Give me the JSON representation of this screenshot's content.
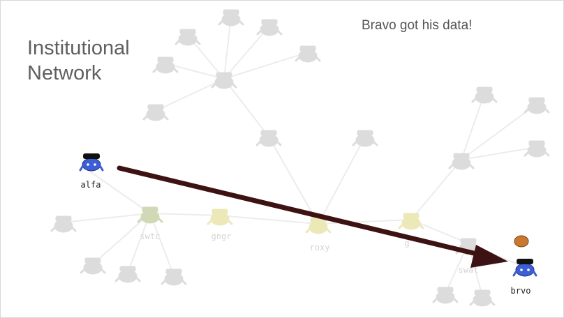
{
  "slide": {
    "title_lines": [
      "Institutional",
      "Network"
    ],
    "caption": "Bravo got his data!"
  },
  "nodes": {
    "alfa": "alfa",
    "brvo": "brvo",
    "swtc": "swtc",
    "gngr": "gngr",
    "roxy": "roxy",
    "swat": "swat",
    "golf_partial": "g"
  },
  "colors": {
    "active_agent": "#3d5fd6",
    "faded_agent": "#dcdcdc",
    "arrow": "#3d1212",
    "data_token": "#c8782f",
    "edge": "#ececec",
    "router_green": "#cfd9b5",
    "router_yellow": "#ece8b7"
  },
  "icons": [
    "agent-icon",
    "data-token-icon",
    "arrow-icon"
  ]
}
